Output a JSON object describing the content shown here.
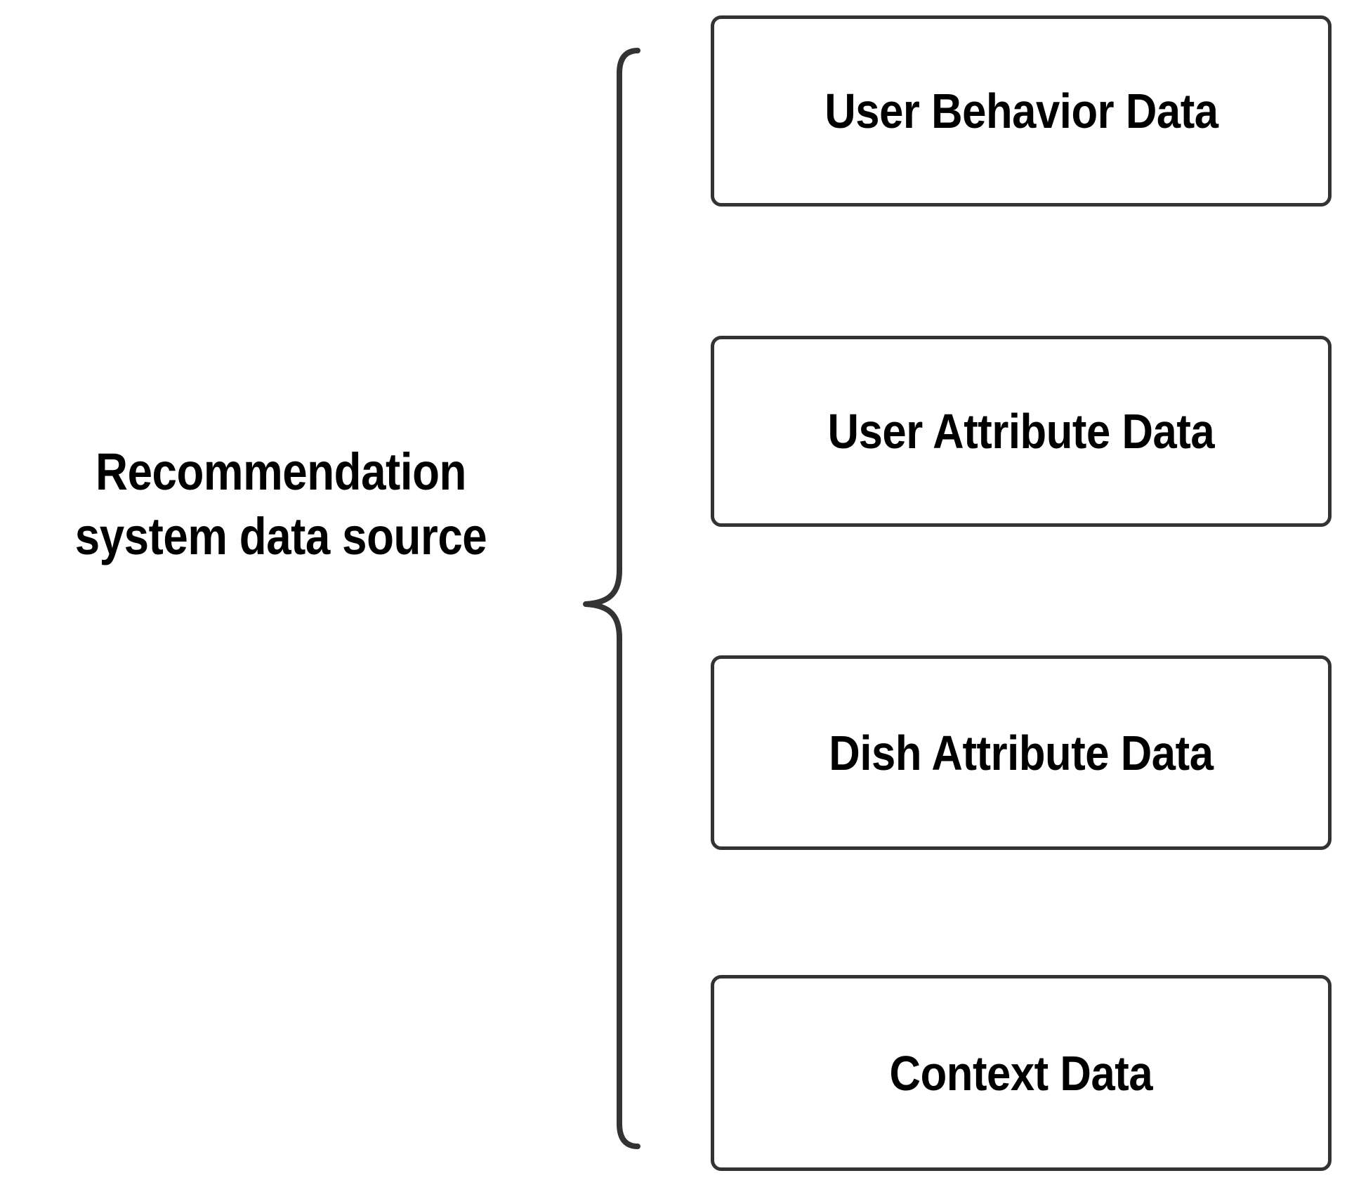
{
  "diagram": {
    "type": "bracket-grouping",
    "background_color": "#ffffff",
    "stroke_color": "#333333",
    "text_color": "#000000",
    "source": {
      "label_line1": "Recommendation",
      "label_line2": "system data source"
    },
    "brace": {
      "icon_name": "right-curly-brace",
      "orientation": "points-left",
      "groups_count": 4
    },
    "nodes": [
      {
        "id": "user-behavior",
        "label": "User Behavior Data"
      },
      {
        "id": "user-attribute",
        "label": "User Attribute Data"
      },
      {
        "id": "dish-attribute",
        "label": "Dish Attribute Data"
      },
      {
        "id": "context",
        "label": "Context Data"
      }
    ]
  }
}
